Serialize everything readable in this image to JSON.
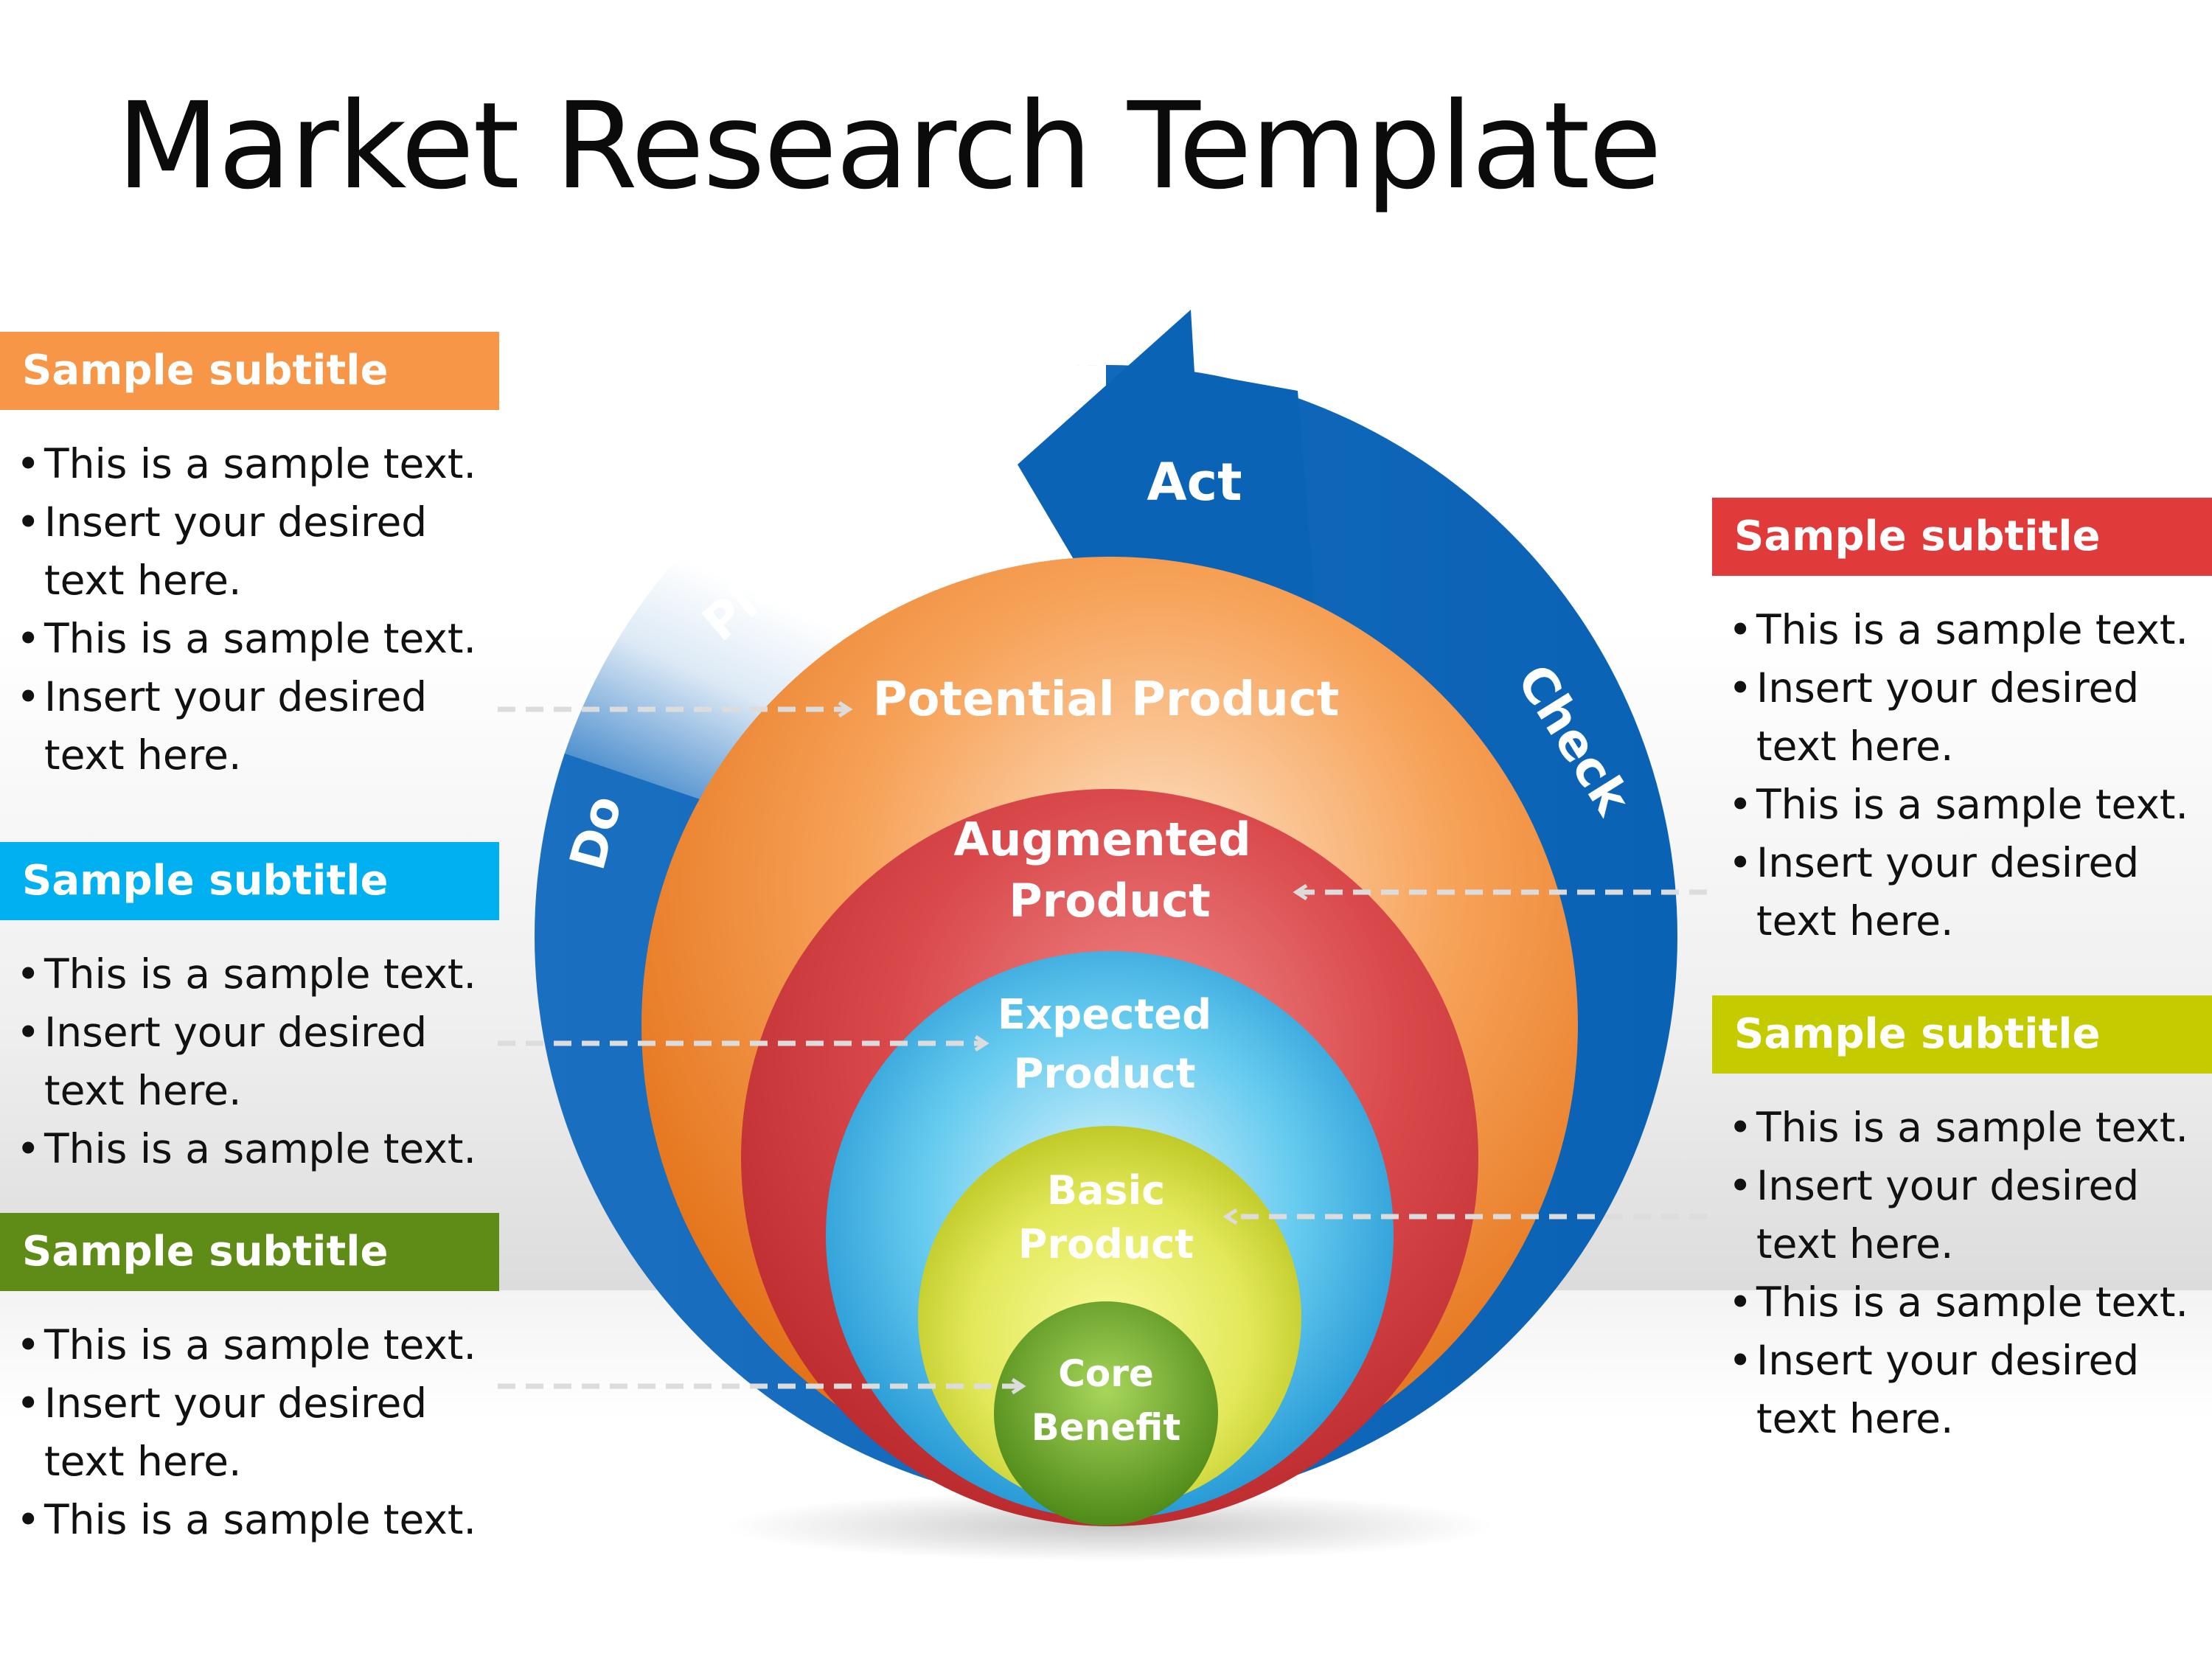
{
  "title": "Market Research Template",
  "cycle_labels": {
    "act": "Act",
    "plan": "Plan",
    "check": "Check",
    "do": "Do"
  },
  "rings": {
    "potential": {
      "line1": "Potential Product"
    },
    "augmented": {
      "line1": "Augmented",
      "line2": "Product"
    },
    "expected": {
      "line1": "Expected",
      "line2": "Product"
    },
    "basic": {
      "line1": "Basic",
      "line2": "Product"
    },
    "core": {
      "line1": "Core",
      "line2": "Benefit"
    }
  },
  "panels": [
    {
      "subtitle": "Sample subtitle",
      "color": "#F79646",
      "bullets": [
        "This is a sample text.",
        "Insert your desired text here.",
        "This is a sample text.",
        "Insert your desired text here."
      ]
    },
    {
      "subtitle": "Sample subtitle",
      "color": "#00B0F0",
      "bullets": [
        "This is a sample text.",
        "Insert your desired text here.",
        "This is a sample text."
      ]
    },
    {
      "subtitle": "Sample subtitle",
      "color": "#5E8C16",
      "bullets": [
        "This is a sample text.",
        "Insert your desired text here.",
        "This is a sample text."
      ]
    },
    {
      "subtitle": "Sample subtitle",
      "color": "#E03A3A",
      "bullets": [
        "This is a sample text.",
        "Insert your desired text here.",
        "This is a sample text.",
        "Insert your desired text here."
      ]
    },
    {
      "subtitle": "Sample subtitle",
      "color": "#C4CC00",
      "bullets": [
        "This is a sample text.",
        "Insert your desired text here.",
        "This is a sample text.",
        "Insert your desired text here."
      ]
    }
  ]
}
